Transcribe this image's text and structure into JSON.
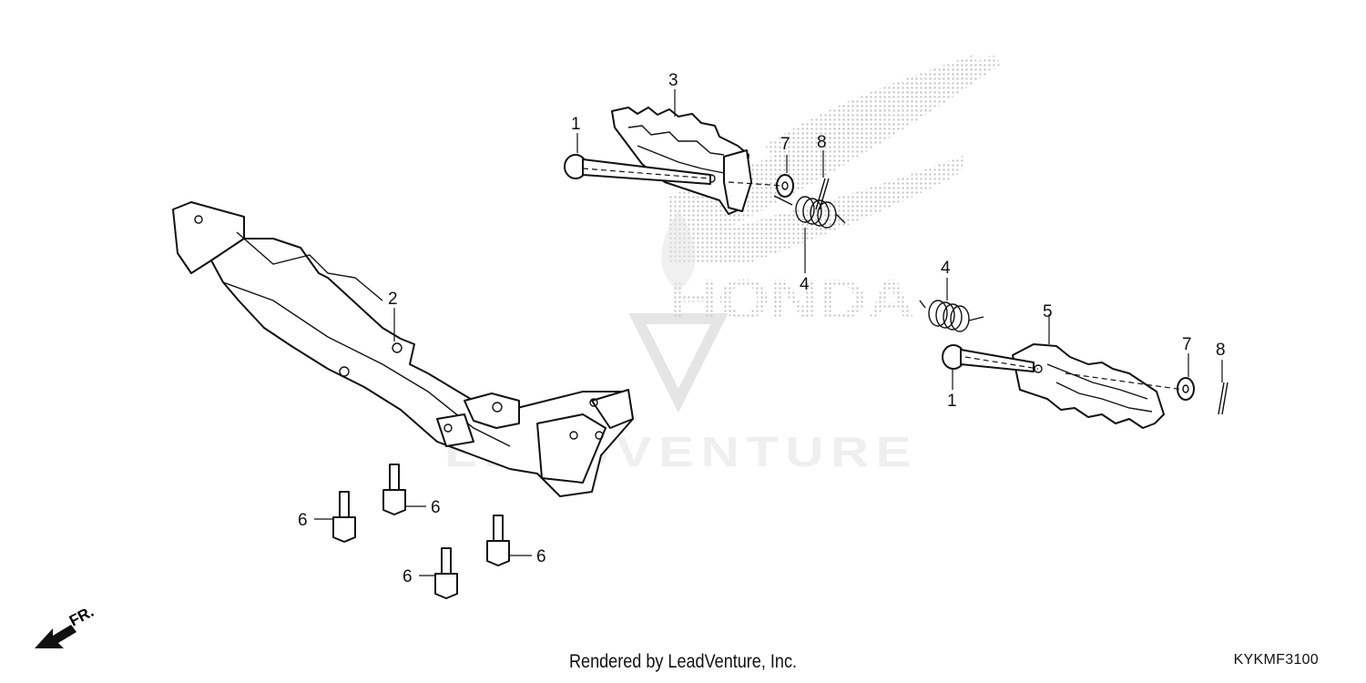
{
  "footer": {
    "rendered_by": "Rendered by LeadVenture, Inc.",
    "diagram_code": "KYKMF3100"
  },
  "watermark": {
    "brand": "HONDA",
    "company": "LEADVENTURE"
  },
  "direction_indicator": {
    "label": "FR.",
    "icon": "front-arrow-icon"
  },
  "callouts": [
    {
      "id": "c1a",
      "label": "1"
    },
    {
      "id": "c1b",
      "label": "1"
    },
    {
      "id": "c2",
      "label": "2"
    },
    {
      "id": "c3",
      "label": "3"
    },
    {
      "id": "c4a",
      "label": "4"
    },
    {
      "id": "c4b",
      "label": "4"
    },
    {
      "id": "c5",
      "label": "5"
    },
    {
      "id": "c6a",
      "label": "6"
    },
    {
      "id": "c6b",
      "label": "6"
    },
    {
      "id": "c6c",
      "label": "6"
    },
    {
      "id": "c6d",
      "label": "6"
    },
    {
      "id": "c7a",
      "label": "7"
    },
    {
      "id": "c7b",
      "label": "7"
    },
    {
      "id": "c8a",
      "label": "8"
    },
    {
      "id": "c8b",
      "label": "8"
    }
  ],
  "colors": {
    "line": "#111111",
    "watermark": "#d9d9d9",
    "background": "#ffffff"
  }
}
